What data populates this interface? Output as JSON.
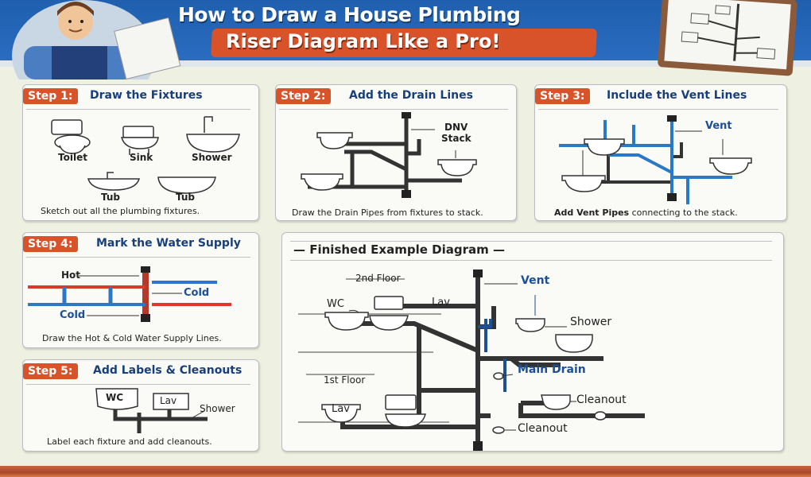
{
  "header": {
    "title_line1": "How to Draw a House Plumbing",
    "title_line2": "Riser Diagram Like a Pro!",
    "colors": {
      "header_bg": "#2265b5",
      "banner": "#d9532a",
      "step_badge": "#d9532a",
      "step_title": "#183f7a",
      "hot": "#d93a2a",
      "cold": "#2a78c8"
    }
  },
  "steps": [
    {
      "badge": "Step 1:",
      "title": "Draw the Fixtures",
      "caption": "Sketch out all the plumbing fixtures.",
      "labels": [
        "Toilet",
        "Sink",
        "Shower",
        "Tub",
        "Tub"
      ]
    },
    {
      "badge": "Step 2:",
      "title": "Add the Drain Lines",
      "caption": "Draw the Drain Pipes from fixtures to stack.",
      "labels": [
        "DNV",
        "Stack"
      ]
    },
    {
      "badge": "Step 3:",
      "title": "Include the Vent Lines",
      "caption_bold": "Add Vent Pipes",
      "caption": "connecting to the stack.",
      "labels": [
        "Vent"
      ]
    },
    {
      "badge": "Step 4:",
      "title": "Mark the Water Supply",
      "caption": "Draw the Hot & Cold Water Supply Lines.",
      "labels": [
        "Hot",
        "Cold",
        "Cold"
      ]
    },
    {
      "badge": "Step 5:",
      "title": "Add Labels & Cleanouts",
      "caption": "Label each fixture and add cleanouts.",
      "labels": [
        "WC",
        "Lav",
        "Shower"
      ]
    }
  ],
  "finished": {
    "title": "Finished Example Diagram",
    "labels": {
      "floor2": "2nd Floor",
      "wc": "WC",
      "lav_top": "Lav",
      "vent": "Vent",
      "shower": "Shower",
      "main_drain": "Main Drain",
      "floor1": "1st Floor",
      "lav_bottom": "Lav",
      "cleanout1": "Cleanout",
      "cleanout2": "Cleanout"
    }
  }
}
